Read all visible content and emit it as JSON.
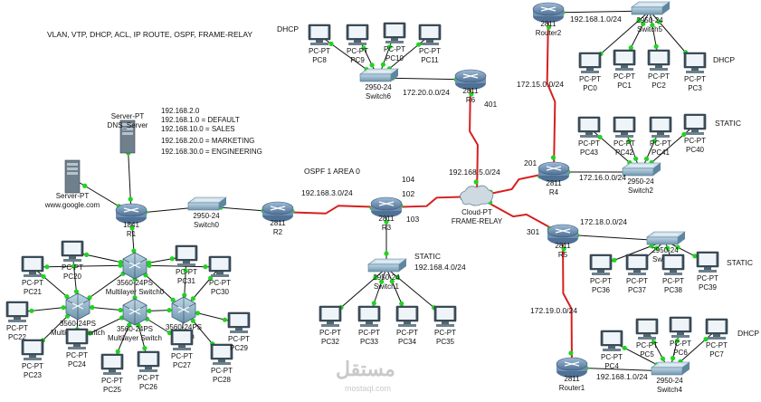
{
  "header_text": "VLAN, VTP, DHCP, ACL, IP ROUTE, OSPF, FRAME-RELAY",
  "info_block": [
    "192.168.2.0",
    "192.168.1.0 = DEFAULT",
    "192.168.10.0 = SALES",
    "192.168.20.0 = MARKETING",
    "192.168.30.0 = ENGINEERING"
  ],
  "ospf_label": "OSPF 1 AREA 0",
  "net_labels": {
    "n_172_20": "172.20.0.0/24",
    "n_192_3": "192.168.3.0/24",
    "n_192_4": "192.168.4.0/24",
    "n_192_5": "192.168.5.0/24",
    "n_172_15": "172.15.0.0/24",
    "n_172_16": "172.16.0.0/24",
    "n_172_18": "172.18.0.0/24",
    "n_172_19": "172.19.0.0/24",
    "n_192_1_top": "192.168.1.0/24",
    "n_192_1_bot": "192.168.1.0/24"
  },
  "port_labels": {
    "p401": "401",
    "p104": "104",
    "p102": "102",
    "p103": "103",
    "p201": "201",
    "p301": "301"
  },
  "tags": {
    "dhcp_top": "DHCP",
    "dhcp_right": "DHCP",
    "static_right": "STATIC",
    "static_r5": "STATIC",
    "static_r3": "STATIC",
    "dhcp_bottom": "DHCP"
  },
  "devices": {
    "dns_server": [
      "Server-PT",
      "DNS_Server"
    ],
    "google_server": [
      "Server-PT",
      "www.google.com"
    ],
    "r1": [
      "1841",
      "R1"
    ],
    "switch0": [
      "2950-24",
      "Switch0"
    ],
    "r2": [
      "2811",
      "R2"
    ],
    "r3": [
      "2811",
      "R3"
    ],
    "r6": [
      "2811",
      "R6"
    ],
    "switch6": [
      "2950-24",
      "Switch6"
    ],
    "cloud": [
      "Cloud-PT",
      "FRAME-RELAY"
    ],
    "switch1": [
      "2950-24",
      "Switch1"
    ],
    "r4": [
      "2811",
      "R4"
    ],
    "switch2": [
      "2950-24",
      "Switch2"
    ],
    "router2": [
      "2811",
      "Router2"
    ],
    "switch5": [
      "2950-24",
      "Switch5"
    ],
    "r5": [
      "2811",
      "R5"
    ],
    "switch3": [
      "2950-24",
      "Switch3"
    ],
    "router1": [
      "2811",
      "Router1"
    ],
    "switch4": [
      "2950-24",
      "Switch4"
    ],
    "ml_top": [
      "3560-24PS",
      "Multilayer Switch0"
    ],
    "ml_left": [
      "3560-24PS",
      "Multilayer Switch"
    ],
    "ml_mid": [
      "3560-24PS",
      "Multilayer Switch"
    ],
    "ml_right": [
      "3560-24PS",
      "Switch"
    ]
  },
  "pcs": {
    "pc8": [
      "PC-PT",
      "PC8"
    ],
    "pc9": [
      "PC-PT",
      "PC9"
    ],
    "pc10": [
      "PC-PT",
      "PC10"
    ],
    "pc11": [
      "PC-PT",
      "PC11"
    ],
    "pc0": [
      "PC-PT",
      "PC0"
    ],
    "pc1": [
      "PC-PT",
      "PC1"
    ],
    "pc2": [
      "PC-PT",
      "PC2"
    ],
    "pc3": [
      "PC-PT",
      "PC3"
    ],
    "pc43": [
      "PC-PT",
      "PC43"
    ],
    "pc42": [
      "PC-PT",
      "PC42"
    ],
    "pc41": [
      "PC-PT",
      "PC41"
    ],
    "pc40": [
      "PC-PT",
      "PC40"
    ],
    "pc36": [
      "PC-PT",
      "PC36"
    ],
    "pc37": [
      "PC-PT",
      "PC37"
    ],
    "pc38": [
      "PC-PT",
      "PC38"
    ],
    "pc39": [
      "PC-PT",
      "PC39"
    ],
    "pc32": [
      "PC-PT",
      "PC32"
    ],
    "pc33": [
      "PC-PT",
      "PC33"
    ],
    "pc34": [
      "PC-PT",
      "PC34"
    ],
    "pc35": [
      "PC-PT",
      "PC35"
    ],
    "pc4": [
      "PC-PT",
      "PC4"
    ],
    "pc5": [
      "PC-PT",
      "PC5"
    ],
    "pc6": [
      "PC-PT",
      "PC6"
    ],
    "pc7": [
      "PC-PT",
      "PC7"
    ],
    "pc20": [
      "PC-PT",
      "PC20"
    ],
    "pc21": [
      "PC-PT",
      "PC21"
    ],
    "pc22": [
      "PC-PT",
      "PC22"
    ],
    "pc23": [
      "PC-PT",
      "PC23"
    ],
    "pc24": [
      "PC-PT",
      "PC24"
    ],
    "pc25": [
      "PC-PT",
      "PC25"
    ],
    "pc26": [
      "PC-PT",
      "PC26"
    ],
    "pc27": [
      "PC-PT",
      "PC27"
    ],
    "pc28": [
      "PC-PT",
      "PC28"
    ],
    "pc29": [
      "PC-PT",
      "PC29"
    ],
    "pc30": [
      "PC-PT",
      "PC30"
    ],
    "pc31": [
      "PC-PT",
      "PC31"
    ]
  },
  "watermark": [
    "مستقل",
    "mostaql.com"
  ],
  "colors": {
    "link": "#111111",
    "serial": "#d61f1f",
    "port": "#1fd41f",
    "router": "#6b8fb3",
    "pc": "#4d7fa8",
    "switch": "#5f8fa8"
  }
}
